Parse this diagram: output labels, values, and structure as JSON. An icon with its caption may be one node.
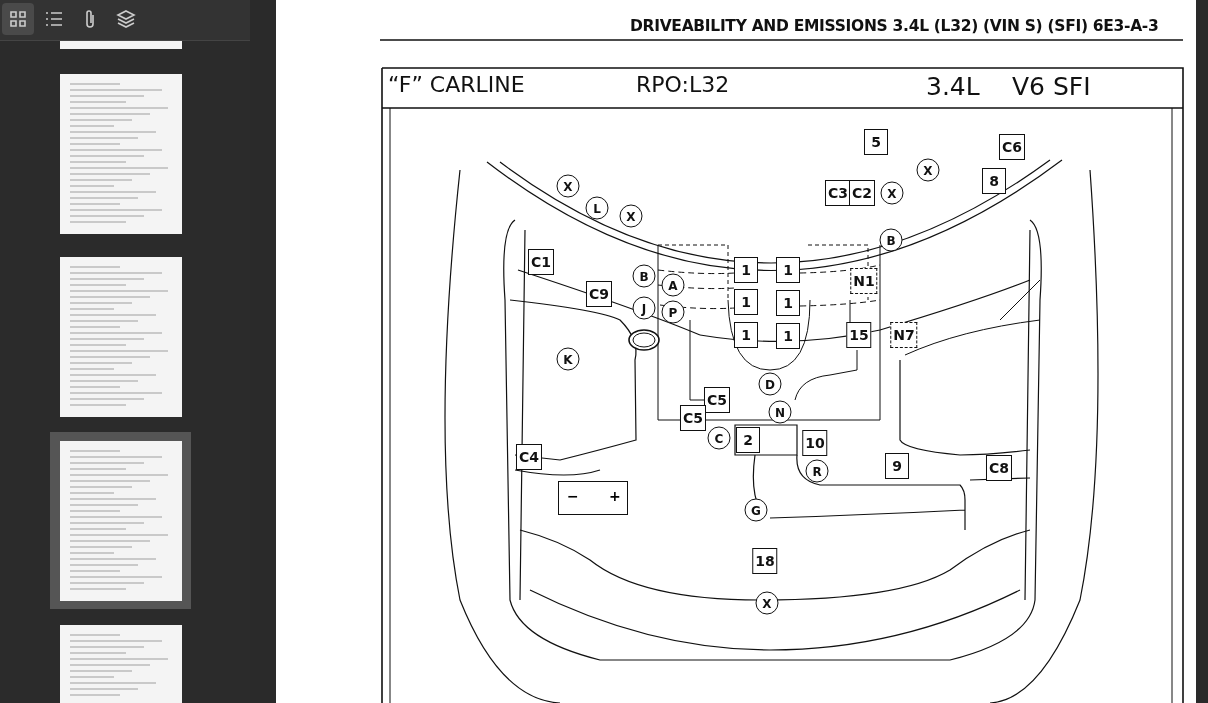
{
  "diagram": {
    "title": "DRIVEABILITY AND EMISSIONS 3.4L (L32) (VIN S) (SFI) 6E3-A-3",
    "labels": [
      "“F” CARLINE",
      "RPO:L32",
      "3.4L",
      "V6 SFI",
      "5",
      "C6",
      "X",
      "8",
      "X",
      "C3",
      "C2",
      "X",
      "L",
      "X",
      "B",
      "C1",
      "1",
      "1",
      "B",
      "N1",
      "A",
      "C9",
      "1",
      "1",
      "J",
      "P",
      "1",
      "1",
      "15",
      "N7",
      "K",
      "D",
      "C5",
      "N",
      "C5",
      "C",
      "2",
      "10",
      "C4",
      "R",
      "9",
      "C8",
      "−",
      "+",
      "G",
      "18",
      "X"
    ]
  }
}
